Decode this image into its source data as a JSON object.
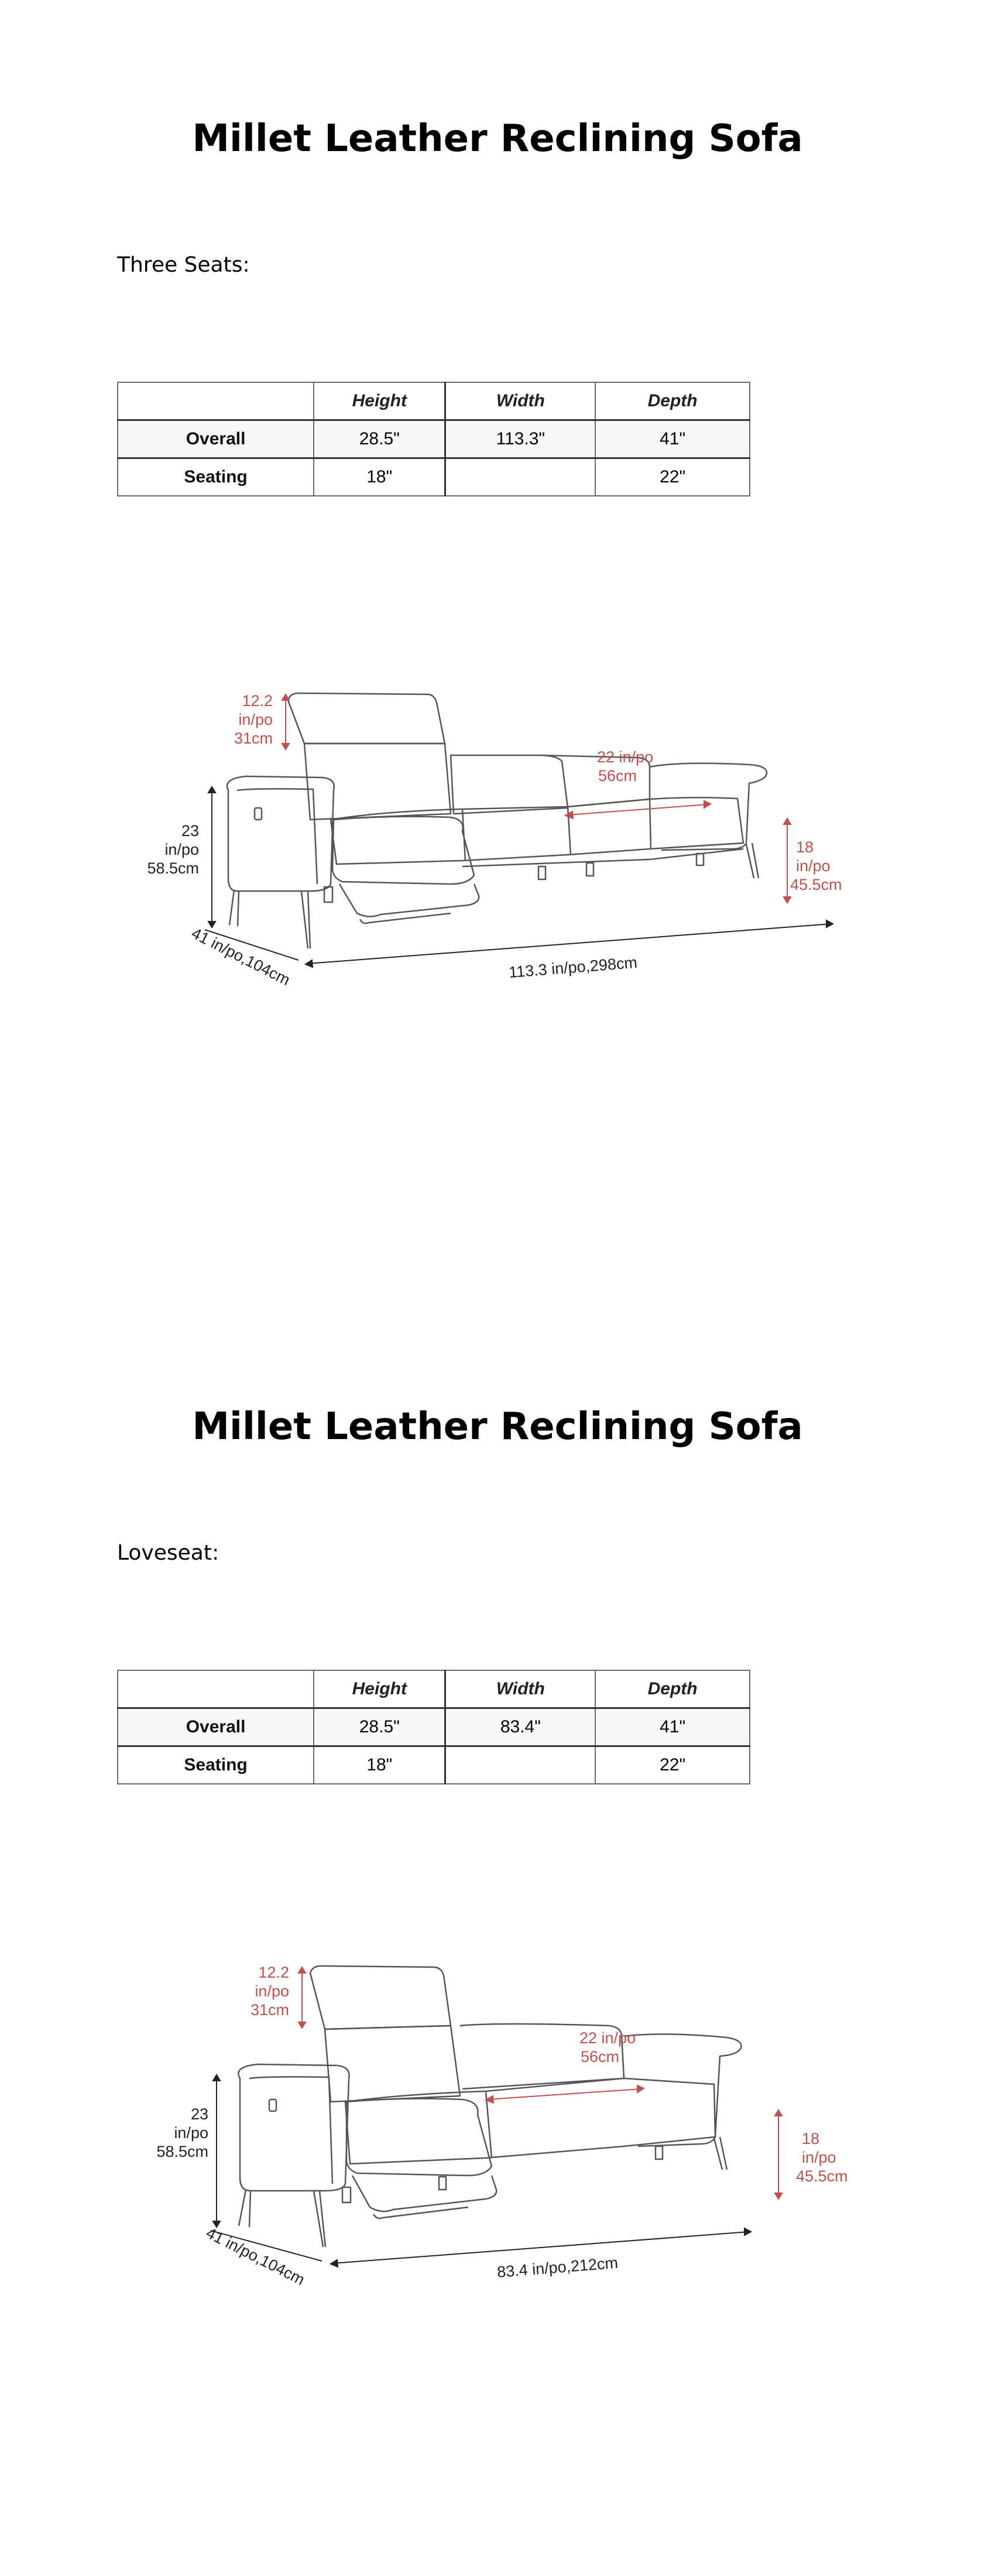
{
  "sections": [
    {
      "title": "Millet Leather Reclining Sofa",
      "subtitle": "Three Seats:",
      "table": {
        "headers": [
          "",
          "Height",
          "Width",
          "Depth"
        ],
        "rows": [
          [
            "Overall",
            "28.5\"",
            "113.3\"",
            "41\""
          ],
          [
            "Seating",
            "18\"",
            "",
            "22\""
          ]
        ]
      },
      "diagram": {
        "headrest": [
          "12.2",
          "in/po",
          "31cm"
        ],
        "seat_depth": [
          "22 in/po",
          "56cm"
        ],
        "height": [
          "23",
          "in/po",
          "58.5cm"
        ],
        "seat_height": [
          "18",
          "in/po",
          "45.5cm"
        ],
        "depth": "41 in/po,104cm",
        "width": "113.3 in/po,298cm"
      }
    },
    {
      "title": "Millet Leather Reclining Sofa",
      "subtitle": "Loveseat:",
      "table": {
        "headers": [
          "",
          "Height",
          "Width",
          "Depth"
        ],
        "rows": [
          [
            "Overall",
            "28.5\"",
            "83.4\"",
            "41\""
          ],
          [
            "Seating",
            "18\"",
            "",
            "22\""
          ]
        ]
      },
      "diagram": {
        "headrest": [
          "12.2",
          "in/po",
          "31cm"
        ],
        "seat_depth": [
          "22 in/po",
          "56cm"
        ],
        "height": [
          "23",
          "in/po",
          "58.5cm"
        ],
        "seat_height": [
          "18",
          "in/po",
          "45.5cm"
        ],
        "depth": "41 in/po,104cm",
        "width": "83.4 in/po,212cm"
      }
    }
  ]
}
